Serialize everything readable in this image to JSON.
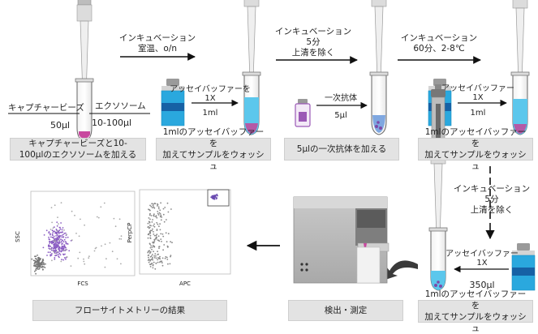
{
  "step1": {
    "label_beads": "キャプチャービーズ",
    "label_exosome": "エクソソーム",
    "vol_beads": "50μl",
    "vol_exosome": "10-100μl",
    "caption_line1": "キャプチャービーズと10-",
    "caption_line2": "100μlのエクソソームを加える"
  },
  "arrow1": {
    "line1": "インキュベーション",
    "line2": "室温、o/n"
  },
  "step2": {
    "reagent_line1": "アッセイバッファーを",
    "reagent_line2": "1X",
    "volume": "1ml",
    "caption_line1": "1mlのアッセイバッファーを",
    "caption_line2": "加えてサンプルをウォッシュ"
  },
  "arrow2": {
    "line1": "インキュベーション",
    "line2": "5分",
    "line3": "上清を除く"
  },
  "step3": {
    "reagent": "一次抗体",
    "volume": "5μl",
    "caption": "5μlの一次抗体を加える"
  },
  "arrow3": {
    "line1": "インキュベーション",
    "line2": "60分、2-8℃"
  },
  "step4": {
    "reagent_line1": "アッセイバッファー",
    "reagent_line2": "1X",
    "volume": "1ml",
    "caption_line1": "1mlのアッセイバッファーを",
    "caption_line2": "加えてサンプルをウォッシュ"
  },
  "arrow4": {
    "line1": "インキュベーション",
    "line2": "5分",
    "line3": "上清を除く"
  },
  "step5": {
    "reagent_line1": "アッセイバッファー",
    "reagent_line2": "1X",
    "volume": "350μl",
    "caption_line1": "1mlのアッセイバッファーを",
    "caption_line2": "加えてサンプルをウォッシュ"
  },
  "step6": {
    "caption": "検出・測定"
  },
  "step7": {
    "caption": "フローサイトメトリーの結果",
    "plot1": {
      "ylabel": "SSC",
      "xlabel": "FCS"
    },
    "plot2": {
      "ylabel": "PerpCP",
      "xlabel": "APC"
    }
  },
  "colors": {
    "buffer_blue": "#29a9df",
    "antibody_purple": "#9b59b6",
    "beads_pink": "#c8489f",
    "caption_bg": "#e3e3e3"
  }
}
